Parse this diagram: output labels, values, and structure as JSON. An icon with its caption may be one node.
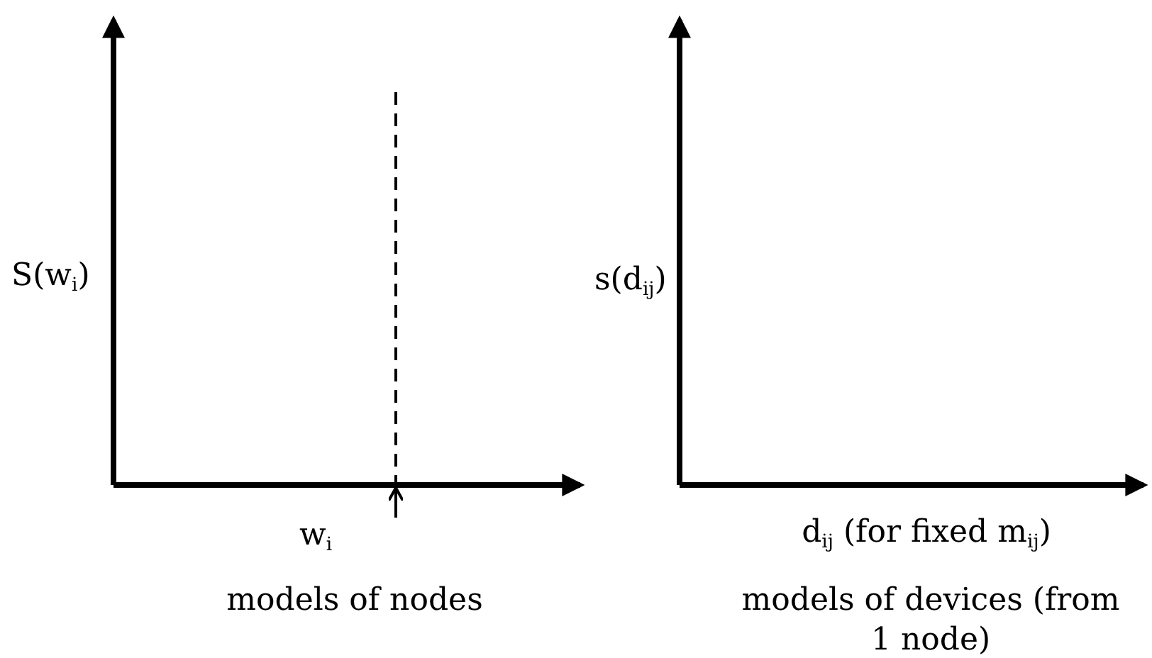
{
  "diagram": {
    "labels": [
      "S(w$_{i}$)",
      "w$_{i}$",
      "models of nodes",
      "s(d$_{ij}$)",
      "d$_{ij}$ (for fixed m$_{ij}$)",
      "models of devices (from 1 node)"
    ]
  }
}
